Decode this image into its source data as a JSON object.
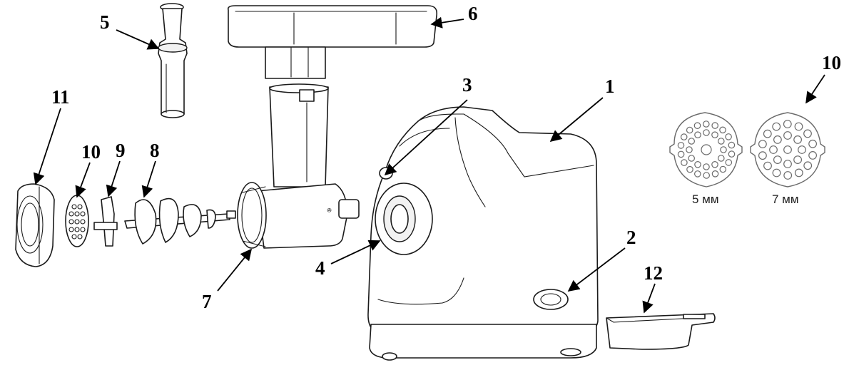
{
  "callouts": {
    "c1": "1",
    "c2": "2",
    "c3": "3",
    "c4": "4",
    "c5": "5",
    "c6": "6",
    "c7": "7",
    "c8": "8",
    "c9": "9",
    "c10": "10",
    "c10b": "10",
    "c11": "11",
    "c12": "12"
  },
  "plates": {
    "small_label": "5 мм",
    "large_label": "7 мм"
  }
}
